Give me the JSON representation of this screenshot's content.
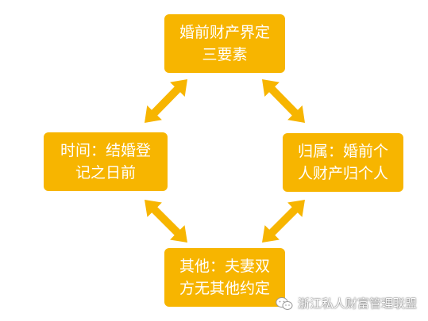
{
  "diagram": {
    "nodes": {
      "top": {
        "lines": [
          "婚前财产界定",
          "三要素"
        ]
      },
      "left": {
        "lines": [
          "时间：结婚登",
          "记之日前"
        ]
      },
      "right": {
        "lines": [
          "归属：婚前个",
          "人财产归个人"
        ]
      },
      "bottom": {
        "lines": [
          "其他：夫妻双",
          "方无其他约定"
        ]
      }
    },
    "edges": [
      {
        "from": "top",
        "to": "left",
        "style": "double-arrow"
      },
      {
        "from": "top",
        "to": "right",
        "style": "double-arrow"
      },
      {
        "from": "left",
        "to": "bottom",
        "style": "double-arrow"
      },
      {
        "from": "right",
        "to": "bottom",
        "style": "double-arrow"
      }
    ]
  },
  "watermark": {
    "text": "浙江私人财富管理联盟",
    "icon": "wechat-icon"
  },
  "colors": {
    "node_fill": "#f7b500",
    "arrow": "#f7b500",
    "text": "#ffffff"
  }
}
